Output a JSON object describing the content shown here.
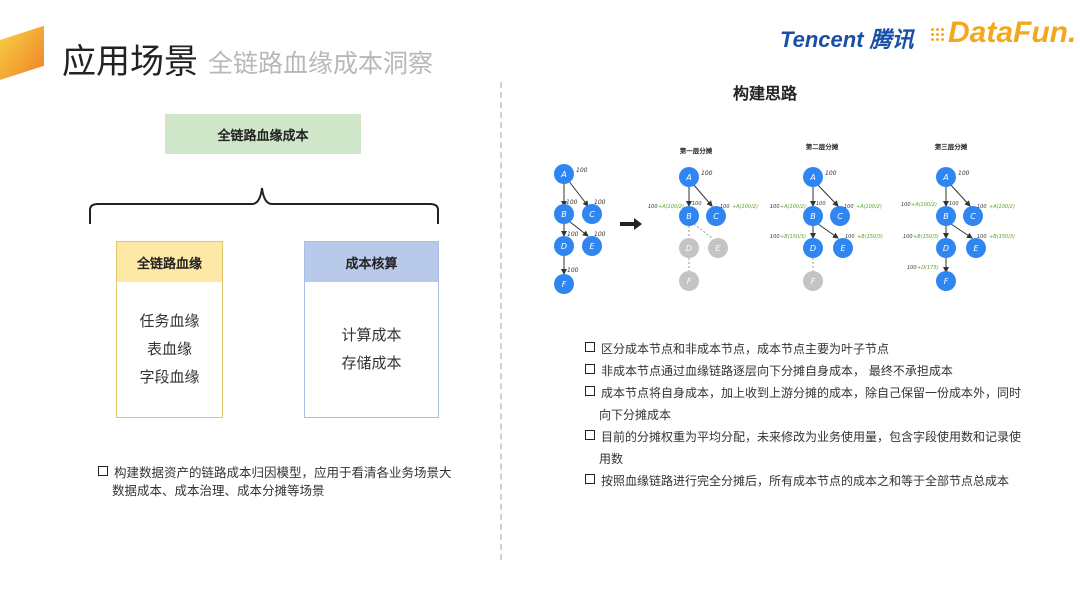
{
  "header": {
    "title": "应用场景",
    "subtitle": "全链路血缘成本洞察",
    "logo_tencent": "Tencent 腾讯",
    "logo_datafun": "DataFun."
  },
  "left": {
    "top_box": "全链路血缘成本",
    "card_lineage": {
      "title": "全链路血缘",
      "items": [
        "任务血缘",
        "表血缘",
        "字段血缘"
      ]
    },
    "card_cost": {
      "title": "成本核算",
      "items": [
        "计算成本",
        "存储成本"
      ]
    },
    "note": "构建数据资产的链路成本归因模型，应用于看清各业务场景大数据成本、成本治理、成本分摊等场景"
  },
  "right": {
    "title": "构建思路",
    "diagram": {
      "layer_titles": [
        "第一层分摊",
        "第二层分摊",
        "第三层分摊"
      ],
      "node_labels": [
        "A",
        "B",
        "C",
        "D",
        "E",
        "F"
      ],
      "base_value": "100",
      "alloc_a_half": "+A(100/2)",
      "alloc_b_third": "+B(150/3)",
      "alloc_d": "+D(175)",
      "colors": {
        "active": "#2f86f0",
        "inactive": "#c4c4c4",
        "alloc": "#5aa02c"
      }
    },
    "bullets": [
      "区分成本节点和非成本节点，成本节点主要为叶子节点",
      "非成本节点通过血缘链路逐层向下分摊自身成本，  最终不承担成本",
      "成本节点将自身成本，加上收到上游分摊的成本，除自己保留一份成本外，同时向下分摊成本",
      "目前的分摊权重为平均分配，未来修改为业务使用量，包含字段使用数和记录使用数",
      "按照血缘链路进行完全分摊后，所有成本节点的成本之和等于全部节点总成本"
    ]
  }
}
